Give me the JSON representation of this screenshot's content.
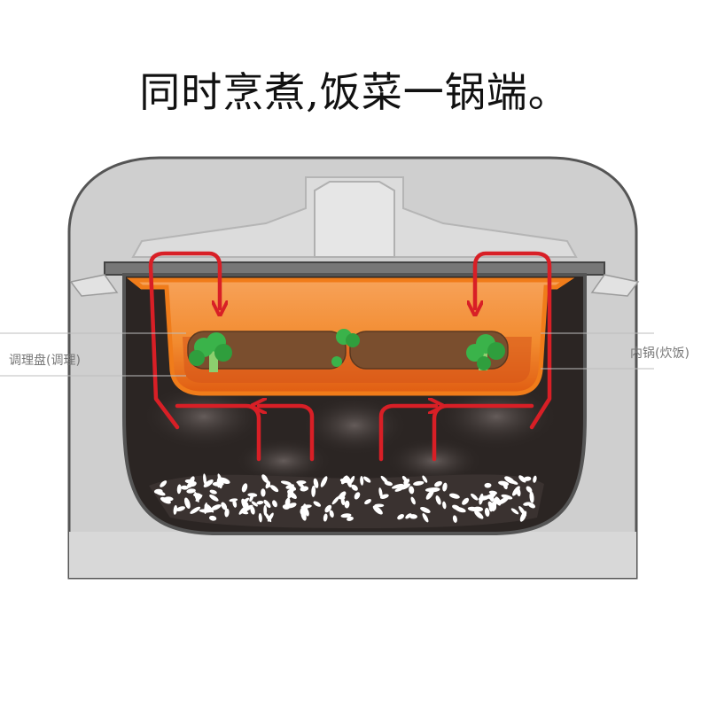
{
  "headline": "同时烹煮,饭菜一锅端。",
  "labels": {
    "cooking_tray": "调理盘(调理)",
    "inner_pot": "内锅(炊饭)"
  },
  "colors": {
    "cooker_body": "#c9c9c9",
    "cooker_outline": "#444444",
    "pot_interior": "#2b2523",
    "tray_orange": "#f07c1a",
    "food_brown": "#7a4e2e",
    "broccoli": "#3ab34a",
    "heat_arrow": "#d81f26",
    "rice": "#ffffff"
  }
}
